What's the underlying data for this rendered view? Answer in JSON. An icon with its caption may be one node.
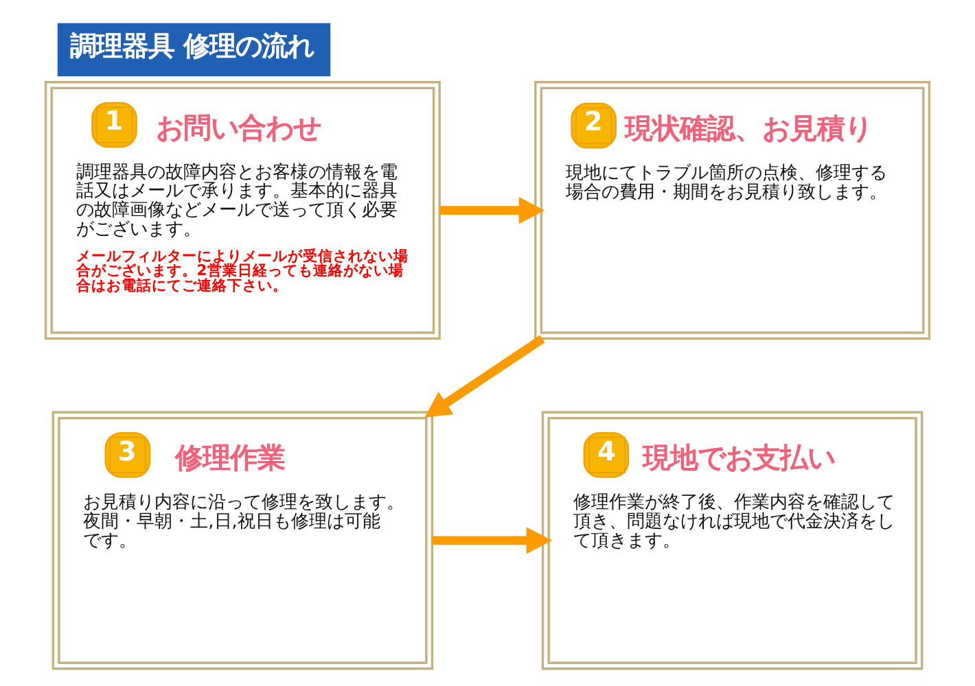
{
  "diagram": {
    "title": "調理器具 修理の流れ",
    "nodes": [
      {
        "text": [
          "1",
          "お問い合わせ",
          "調理器具の故障内容とお客様の情報を電話又はメールで承ります。基本的に器具の故障画像などメールで送って頂く必要がございます。",
          "メールフィルターによりメールが受信されない場合がございます。2営業日経っても連絡がない場合はお電話にてご連絡下さい。"
        ]
      },
      {
        "text": [
          "2",
          "現状確認、お見積り",
          "現地にてトラブル箇所の点検、修理する場合の費用・期間をお見積り致します。"
        ]
      },
      {
        "text": [
          "3",
          "修理作業",
          "お見積り内容に沿って修理を致します。夜間・早朝・土,日,祝日も修理は可能です。"
        ]
      },
      {
        "text": [
          "4",
          "現地でお支払い",
          "修理作業が終了後、作業内容を確認して頂き、問題なければ現地で代金決済をして頂きます。"
        ]
      }
    ],
    "edges": [
      {
        "from": 0,
        "to": 1,
        "arrow": "to"
      },
      {
        "from": 1,
        "to": 2,
        "arrow": "to"
      },
      {
        "from": 2,
        "to": 3,
        "arrow": "to"
      }
    ]
  }
}
